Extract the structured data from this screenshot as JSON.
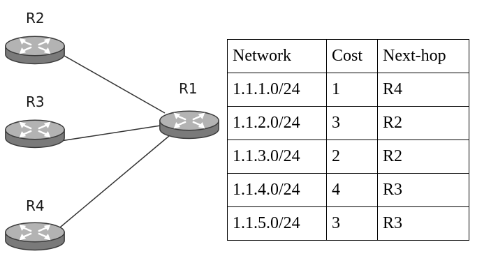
{
  "routers": {
    "r1": {
      "label": "R1"
    },
    "r2": {
      "label": "R2"
    },
    "r3": {
      "label": "R3"
    },
    "r4": {
      "label": "R4"
    }
  },
  "colors": {
    "router_top": "#b3b3b3",
    "router_side": "#7a7a7a",
    "router_outline": "#3a3a3a",
    "arrow": "#ffffff",
    "link": "#333333"
  },
  "icons": {
    "router": "router-icon"
  },
  "table": {
    "headers": [
      "Network",
      "Cost",
      "Next-hop"
    ],
    "rows": [
      [
        "1.1.1.0/24",
        "1",
        "R4"
      ],
      [
        "1.1.2.0/24",
        "3",
        "R2"
      ],
      [
        "1.1.3.0/24",
        "2",
        "R2"
      ],
      [
        "1.1.4.0/24",
        "4",
        "R3"
      ],
      [
        "1.1.5.0/24",
        "3",
        "R3"
      ]
    ]
  }
}
